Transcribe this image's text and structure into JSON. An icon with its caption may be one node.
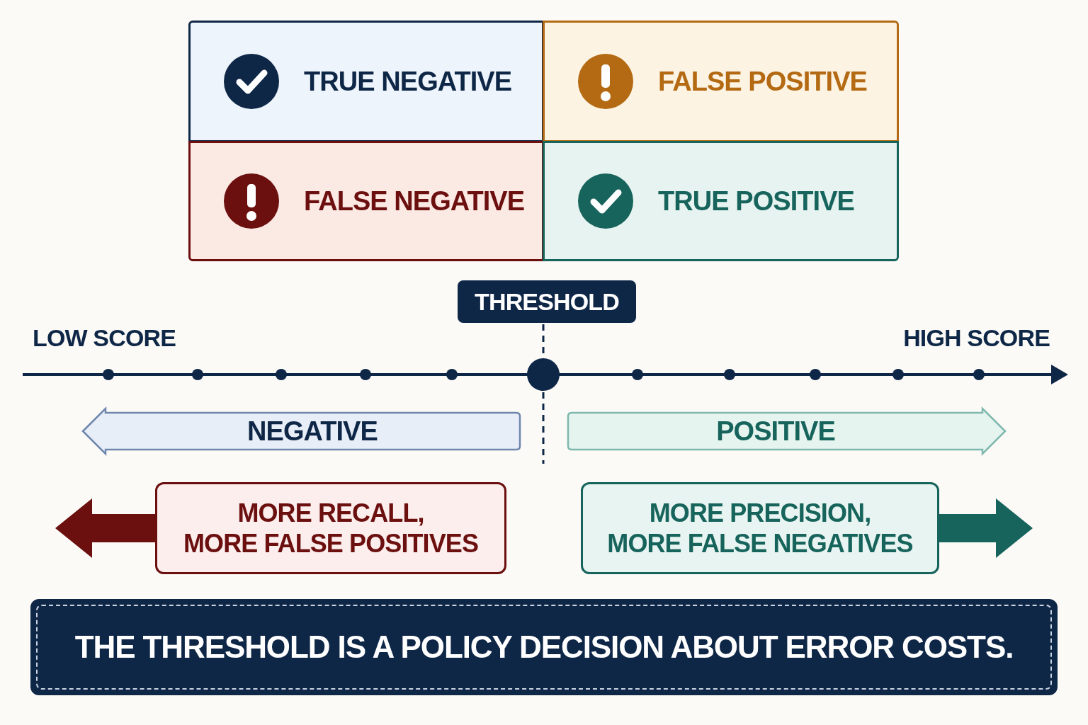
{
  "diagram": {
    "nodes": [
      {
        "text": [
          "TRUE NEGATIVE"
        ]
      },
      {
        "text": [
          "FALSE POSITIVE"
        ]
      },
      {
        "text": [
          "FALSE NEGATIVE"
        ]
      },
      {
        "text": [
          "TRUE POSITIVE"
        ]
      },
      {
        "text": [
          "THRESHOLD"
        ]
      },
      {
        "text": [
          "NEGATIVE"
        ]
      },
      {
        "text": [
          "POSITIVE"
        ]
      },
      {
        "text": [
          "MORE RECALL, MORE FALSE POSITIVES"
        ]
      },
      {
        "text": [
          "MORE PRECISION, MORE FALSE NEGATIVES"
        ]
      },
      {
        "text": [
          "THE THRESHOLD IS A POLICY DECISION ABOUT ERROR COSTS."
        ]
      }
    ],
    "edges": [
      {
        "from": 7,
        "to": null,
        "arrow": "to",
        "style": "thick",
        "color": "#6b0f0f"
      },
      {
        "from": 8,
        "to": null,
        "arrow": "to",
        "style": "thick",
        "color": "#17645c"
      }
    ],
    "labels": [
      "LOW SCORE",
      "HIGH SCORE"
    ]
  }
}
